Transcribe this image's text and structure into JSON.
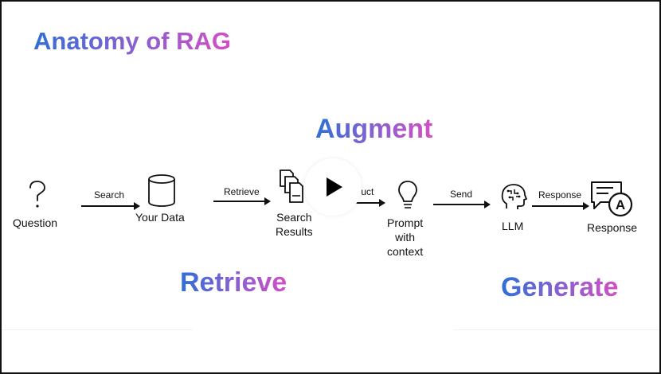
{
  "slide": {
    "title": "Anatomy of RAG",
    "stages": {
      "augment": "Augment",
      "retrieve": "Retrieve",
      "generate": "Generate"
    },
    "nodes": {
      "question": "Question",
      "your_data": "Your Data",
      "search_results_1": "Search",
      "search_results_2": "Results",
      "prompt_1": "Prompt",
      "prompt_2": "with",
      "prompt_3": "context",
      "llm": "LLM",
      "response": "Response"
    },
    "edges": {
      "search": "Search",
      "retrieve": "Retrieve",
      "construct": "Construct",
      "send": "Send",
      "response": "Response"
    }
  },
  "video": {
    "play_icon": "play-icon"
  },
  "icons": {
    "question": "question-mark-icon",
    "database": "database-icon",
    "documents": "documents-icon",
    "lightbulb": "lightbulb-icon",
    "brain": "brain-head-icon",
    "response": "chat-response-icon"
  }
}
